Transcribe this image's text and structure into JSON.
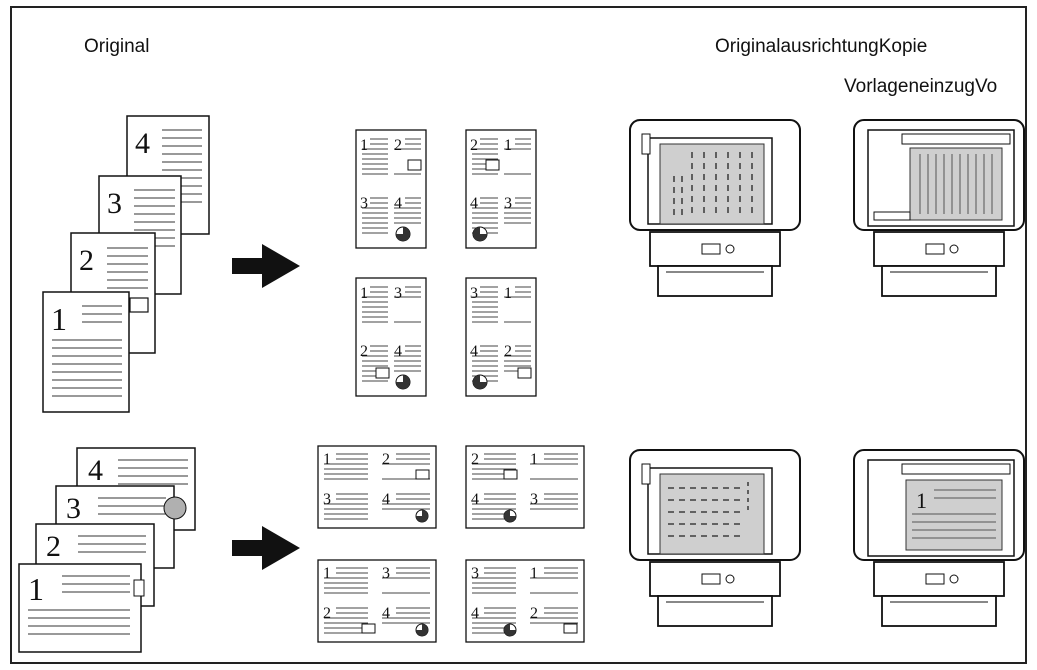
{
  "labels": {
    "original": "Original",
    "orientation_copy": "OriginalausrichtungKopie",
    "feeder": "VorlageneinzugVo"
  },
  "numbers": [
    "1",
    "2",
    "3",
    "4"
  ],
  "icons": [
    "arrow-right-icon",
    "copier-platen-icon",
    "copier-feeder-icon",
    "page-icon"
  ],
  "colors": {
    "ink": "#111111",
    "paper": "#ffffff",
    "gray": "#c8c8c8"
  }
}
